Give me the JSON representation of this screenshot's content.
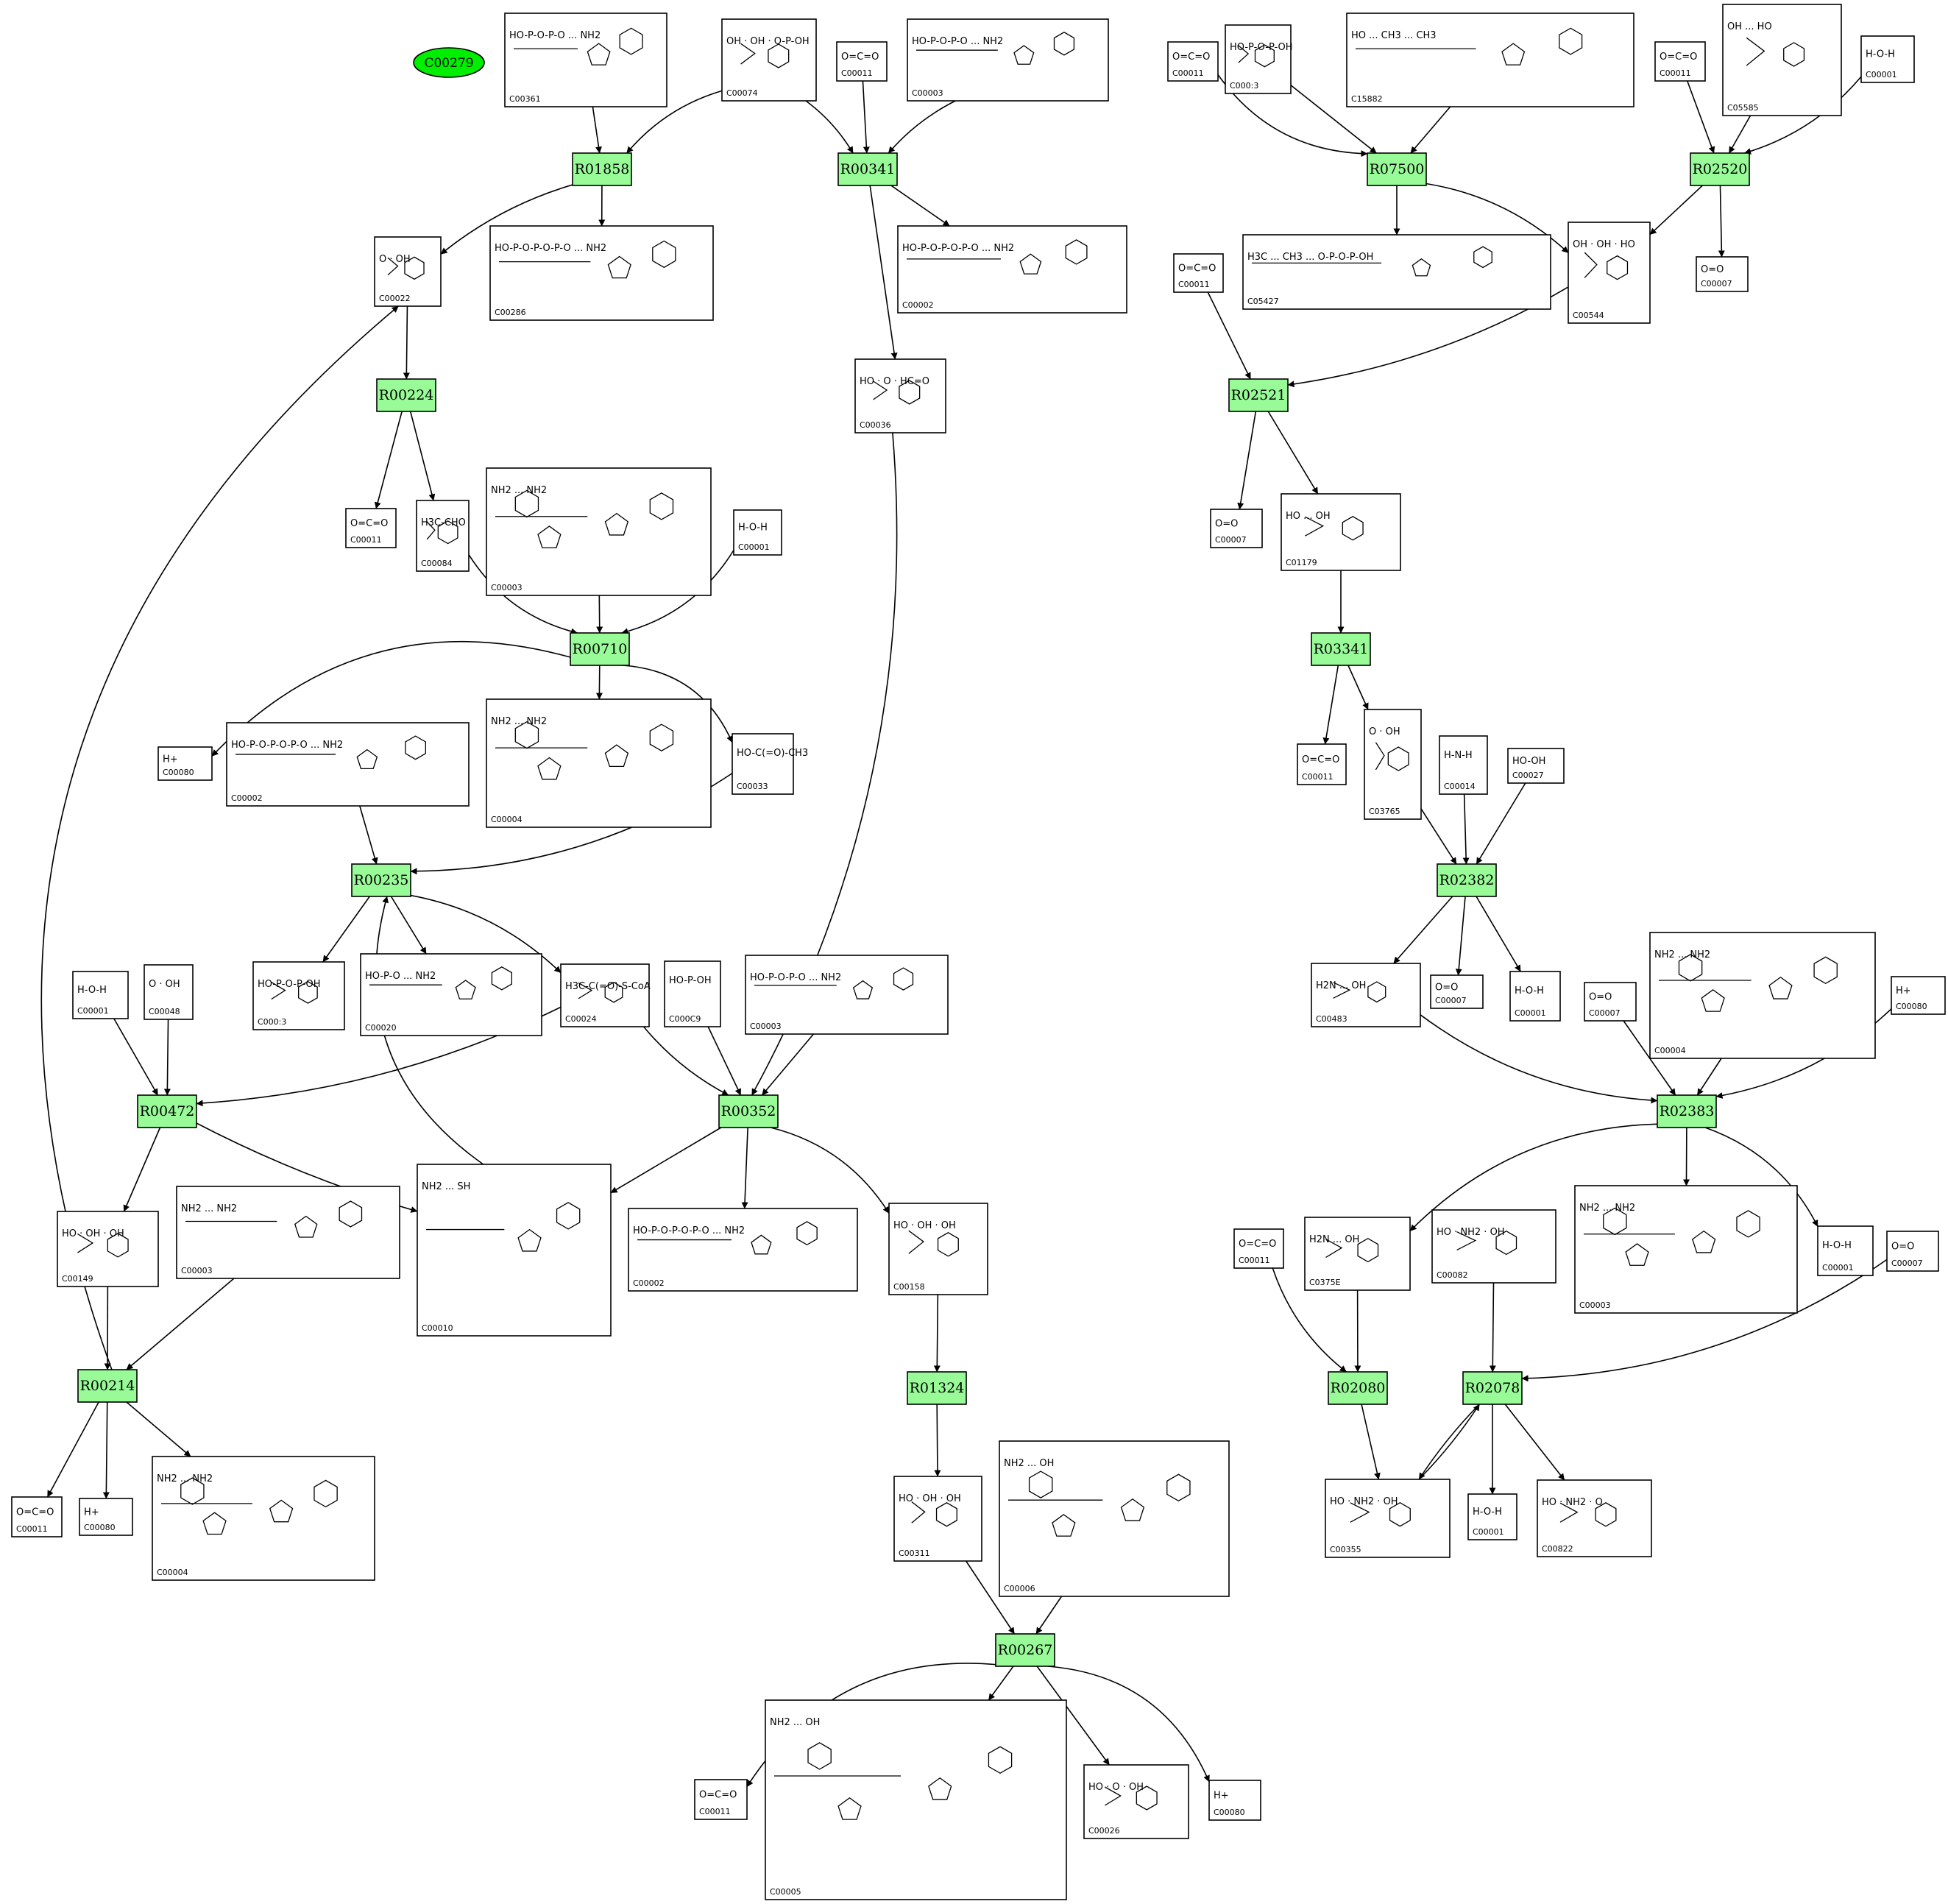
{
  "diagram": {
    "start_node": {
      "label": "C00279",
      "color": "#00ee00"
    },
    "reaction_color": "#98fb98",
    "reactions": [
      "R01858",
      "R00341",
      "R07500",
      "R02520",
      "R00224",
      "R02521",
      "R00710",
      "R03341",
      "R00235",
      "R02382",
      "R00472",
      "R00352",
      "R02383",
      "R00214",
      "R01324",
      "R02080",
      "R02078",
      "R00267"
    ],
    "compounds": [
      {
        "id": "C00361",
        "formula": "HO-P-O-P-O ... NH2"
      },
      {
        "id": "C00074",
        "formula": "OH · OH · O-P-OH"
      },
      {
        "id": "C00011",
        "formula": "O=C=O"
      },
      {
        "id": "C00003",
        "formula": "HO-P-O-P-O ... NH2"
      },
      {
        "id": "C00011",
        "formula": "O=C=O"
      },
      {
        "id": "C00013",
        "label": "C000:3",
        "formula": "HO-P-O-P-OH"
      },
      {
        "id": "C15882",
        "formula": "HO ... CH3 ... CH3"
      },
      {
        "id": "C00011",
        "formula": "O=C=O"
      },
      {
        "id": "C05585",
        "formula": "OH ... HO"
      },
      {
        "id": "C00001",
        "formula": "H-O-H"
      },
      {
        "id": "C00022",
        "formula": "O · OH"
      },
      {
        "id": "C00286",
        "formula": "HO-P-O-P-O-P-O ... NH2"
      },
      {
        "id": "C00002",
        "formula": "HO-P-O-P-O-P-O ... NH2"
      },
      {
        "id": "C05427",
        "formula": "H3C ... CH3 ... O-P-O-P-OH"
      },
      {
        "id": "C00544",
        "formula": "OH · OH · HO"
      },
      {
        "id": "C00007",
        "formula": "O=O"
      },
      {
        "id": "C00011",
        "formula": "O=C=O"
      },
      {
        "id": "C00036",
        "formula": "HO · O · HC=O"
      },
      {
        "id": "C00011",
        "formula": "O=C=O"
      },
      {
        "id": "C00084",
        "formula": "H3C-CHO"
      },
      {
        "id": "C00003",
        "formula": "NH2 ... NH2"
      },
      {
        "id": "C00001",
        "formula": "H-O-H"
      },
      {
        "id": "C00007",
        "formula": "O=O"
      },
      {
        "id": "C01179",
        "formula": "HO ... OH"
      },
      {
        "id": "C00080",
        "formula": "H+"
      },
      {
        "id": "C00002",
        "formula": "HO-P-O-P-O-P-O ... NH2"
      },
      {
        "id": "C00004",
        "formula": "NH2 ... NH2"
      },
      {
        "id": "C00033",
        "formula": "HO-C(=O)-CH3"
      },
      {
        "id": "C00011",
        "formula": "O=C=O"
      },
      {
        "id": "C03765",
        "formula": "O · OH"
      },
      {
        "id": "C00014",
        "formula": "H-N-H"
      },
      {
        "id": "C00027",
        "formula": "HO-OH"
      },
      {
        "id": "C00013",
        "label": "C000:3",
        "formula": "HO-P-O-P-OH"
      },
      {
        "id": "C00020",
        "formula": "HO-P-O ... NH2"
      },
      {
        "id": "C00024",
        "formula": "H3C-C(=O)-S-CoA"
      },
      {
        "id": "C00009",
        "label": "C000C9",
        "formula": "HO-P-OH"
      },
      {
        "id": "C00003",
        "formula": "HO-P-O-P-O ... NH2"
      },
      {
        "id": "C00483",
        "formula": "H2N ... OH"
      },
      {
        "id": "C00007",
        "formula": "O=O"
      },
      {
        "id": "C00001",
        "formula": "H-O-H"
      },
      {
        "id": "C00007",
        "formula": "O=O"
      },
      {
        "id": "C00004",
        "formula": "NH2 ... NH2"
      },
      {
        "id": "C00080",
        "formula": "H+"
      },
      {
        "id": "C00001",
        "formula": "H-O-H"
      },
      {
        "id": "C00048",
        "formula": "O · OH"
      },
      {
        "id": "C00149",
        "formula": "HO · OH · OH"
      },
      {
        "id": "C00003",
        "formula": "NH2 ... NH2"
      },
      {
        "id": "C00010",
        "formula": "NH2 ... SH"
      },
      {
        "id": "C00002",
        "formula": "HO-P-O-P-O-P-O ... NH2"
      },
      {
        "id": "C00158",
        "formula": "HO · OH · OH"
      },
      {
        "id": "C00011",
        "formula": "O=C=O"
      },
      {
        "id": "C03758",
        "label": "C0375E",
        "formula": "H2N ... OH"
      },
      {
        "id": "C00082",
        "formula": "HO · NH2 · OH"
      },
      {
        "id": "C00003",
        "formula": "NH2 ... NH2"
      },
      {
        "id": "C00001",
        "formula": "H-O-H"
      },
      {
        "id": "C00007",
        "formula": "O=O"
      },
      {
        "id": "C00011",
        "formula": "O=C=O"
      },
      {
        "id": "C00080",
        "formula": "H+"
      },
      {
        "id": "C00004",
        "formula": "NH2 ... NH2"
      },
      {
        "id": "C00311",
        "formula": "HO · OH · OH"
      },
      {
        "id": "C00006",
        "formula": "NH2 ... OH"
      },
      {
        "id": "C00355",
        "formula": "HO · NH2 · OH"
      },
      {
        "id": "C00001",
        "formula": "H-O-H"
      },
      {
        "id": "C00822",
        "formula": "HO · NH2 · O"
      },
      {
        "id": "C00011",
        "formula": "O=C=O"
      },
      {
        "id": "C00005",
        "formula": "NH2 ... OH"
      },
      {
        "id": "C00026",
        "formula": "HO · O · OH"
      },
      {
        "id": "C00080",
        "formula": "H+"
      }
    ]
  }
}
